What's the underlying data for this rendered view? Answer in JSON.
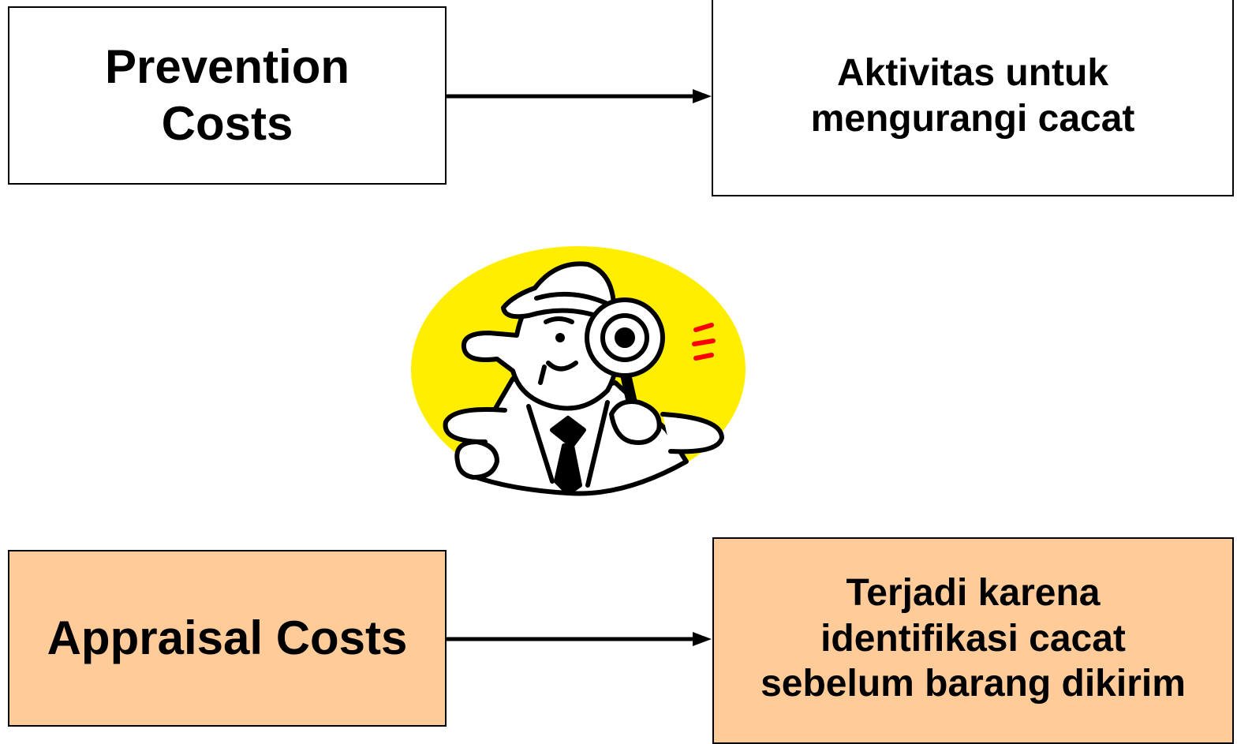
{
  "prevention": {
    "title_line1": "Prevention",
    "title_line2": "Costs",
    "description_line1": "Aktivitas untuk",
    "description_line2": "mengurangi cacat"
  },
  "appraisal": {
    "title": "Appraisal Costs",
    "description_line1": "Terjadi karena",
    "description_line2": "identifikasi cacat",
    "description_line3": "sebelum barang dikirim"
  },
  "colors": {
    "box_white": "#ffffff",
    "box_peach": "#ffcc99",
    "circle_yellow": "#ffee00",
    "accent_red": "#ff0000",
    "line_black": "#000000"
  },
  "illustration": {
    "icon": "detective-magnifying-glass-icon"
  }
}
